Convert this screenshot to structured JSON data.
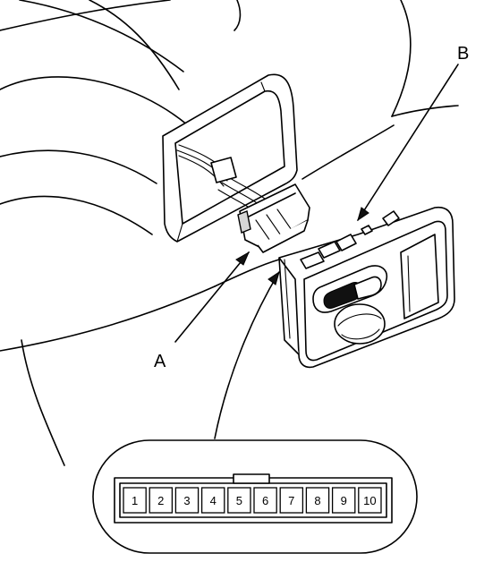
{
  "callouts": {
    "a": "A",
    "b": "B"
  },
  "connector": {
    "pins": [
      "1",
      "2",
      "3",
      "4",
      "5",
      "6",
      "7",
      "8",
      "9",
      "10"
    ]
  },
  "colors": {
    "line": "#000000",
    "shade": "#d6d6d6",
    "background": "#ffffff"
  }
}
